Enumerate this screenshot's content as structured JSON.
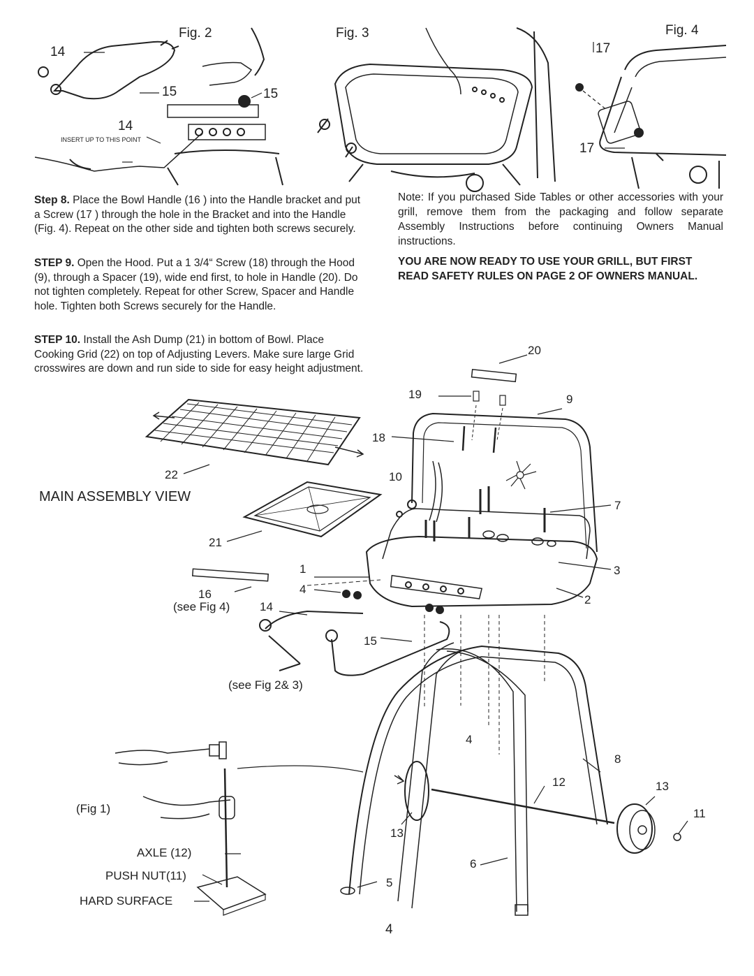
{
  "figures": {
    "fig2": "Fig. 2",
    "fig3": "Fig. 3",
    "fig4": "Fig. 4",
    "fig1": "(Fig 1)"
  },
  "fig2_callouts": {
    "c14_top": "14",
    "c15_left": "15",
    "c15_right": "15",
    "c14_mid": "14",
    "insert_text": "INSERT UP TO THIS POINT"
  },
  "fig4_callouts": {
    "c17_top": "17",
    "c17_bottom": "17"
  },
  "steps": {
    "step8_label": "Step 8.",
    "step8_text": "Place the Bowl Handle (16 ) into the Handle bracket and put a Screw (17 ) through the hole in the Bracket and into the Handle (Fig. 4). Repeat on the other side and tighten both screws securely.",
    "step9_label": "STEP 9.",
    "step9_text": "Open the Hood. Put a 1 3/4“ Screw (18) through the Hood (9), through a Spacer (19), wide end first, to hole in Handle (20). Do not tighten completely. Repeat for other Screw, Spacer and Handle hole. Tighten both Screws securely for the Handle.",
    "step10_label": "STEP 10.",
    "step10_text": "Install the Ash Dump (21) in bottom of Bowl. Place Cooking Grid (22) on top of Adjusting Levers. Make sure large Grid crosswires are down and run side to side for easy height adjustment."
  },
  "note": "Note: If you purchased Side Tables or other accessories with your grill, remove them from the packaging and follow separate Assembly Instructions before continuing Owners Manual instructions.",
  "ready_text": "YOU ARE NOW READY TO USE YOUR GRILL, BUT FIRST READ SAFETY RULES ON PAGE 2 OF OWNERS MANUAL.",
  "main_assembly": {
    "title": "MAIN ASSEMBLY VIEW",
    "callouts": {
      "c20": "20",
      "c19": "19",
      "c9": "9",
      "c18": "18",
      "c22": "22",
      "c10": "10",
      "c7": "7",
      "c21": "21",
      "c1": "1",
      "c3": "3",
      "c4a": "4",
      "c16": "16",
      "see_fig4": "(see Fig 4)",
      "c14": "14",
      "c2": "2",
      "c15": "15",
      "see_fig23": "(see Fig 2& 3)",
      "c4b": "4",
      "c8": "8",
      "c12": "12",
      "c13a": "13",
      "c11": "11",
      "c13b": "13",
      "c6": "6",
      "c5": "5"
    }
  },
  "fig1_labels": {
    "axle": "AXLE (12)",
    "push_nut": "PUSH NUT(11)",
    "hard_surface": "HARD SURFACE"
  },
  "page_number": "4"
}
